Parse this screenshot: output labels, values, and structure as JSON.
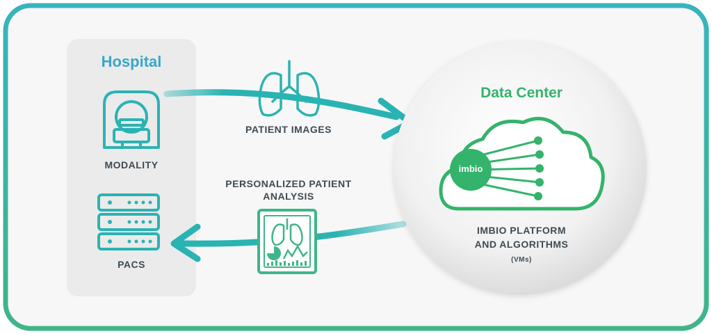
{
  "hospital": {
    "title": "Hospital",
    "modality_label": "MODALITY",
    "pacs_label": "PACS"
  },
  "flow": {
    "outbound_label": "PATIENT IMAGES",
    "inbound_label_line1": "PERSONALIZED PATIENT",
    "inbound_label_line2": "ANALYSIS"
  },
  "datacenter": {
    "title": "Data Center",
    "logo_text": "imbio",
    "platform_line1": "IMBIO PLATFORM",
    "platform_line2": "AND ALGORITHMS",
    "platform_note": "(VMs)"
  },
  "colors": {
    "teal": "#2bb3b3",
    "green": "#33b36b",
    "blue_title": "#3aa6c9",
    "text": "#3f4a52"
  }
}
